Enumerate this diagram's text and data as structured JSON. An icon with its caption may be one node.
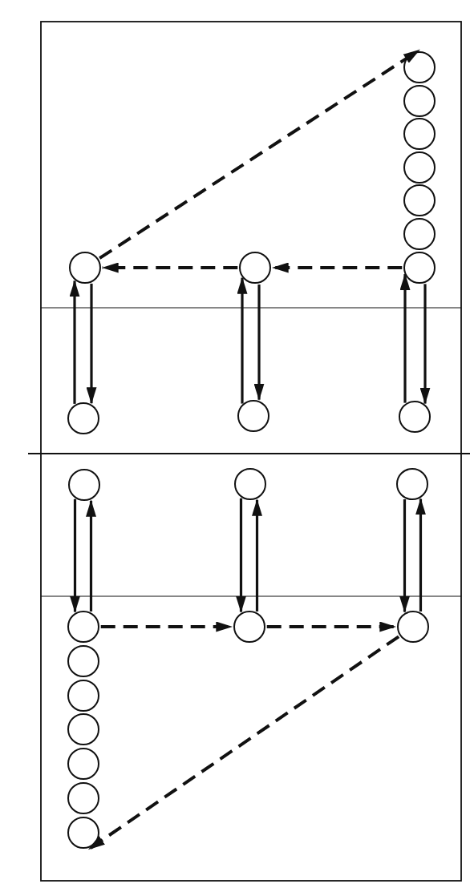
{
  "diagram": {
    "nodes": [
      {
        "text": [],
        "shape": "circle"
      },
      {
        "text": [],
        "shape": "circle"
      },
      {
        "text": [],
        "shape": "circle"
      },
      {
        "text": [],
        "shape": "circle"
      },
      {
        "text": [],
        "shape": "circle"
      },
      {
        "text": [],
        "shape": "circle"
      },
      {
        "text": [],
        "shape": "circle"
      },
      {
        "text": [],
        "shape": "circle"
      },
      {
        "text": [],
        "shape": "circle"
      },
      {
        "text": [],
        "shape": "circle"
      },
      {
        "text": [],
        "shape": "circle"
      },
      {
        "text": [],
        "shape": "circle"
      },
      {
        "text": [],
        "shape": "circle"
      },
      {
        "text": [],
        "shape": "circle"
      },
      {
        "text": [],
        "shape": "circle"
      },
      {
        "text": [],
        "shape": "circle"
      },
      {
        "text": [],
        "shape": "circle"
      },
      {
        "text": [],
        "shape": "circle"
      },
      {
        "text": [],
        "shape": "circle"
      },
      {
        "text": [],
        "shape": "circle"
      },
      {
        "text": [],
        "shape": "circle"
      },
      {
        "text": [],
        "shape": "circle"
      },
      {
        "text": [],
        "shape": "circle"
      },
      {
        "text": [],
        "shape": "circle"
      }
    ],
    "edges": [
      {
        "from": 6,
        "to": 0,
        "arrow": "to",
        "style": "dashed"
      },
      {
        "from": 8,
        "to": 7,
        "arrow": "to",
        "style": "dashed"
      },
      {
        "from": 7,
        "to": 6,
        "arrow": "to",
        "style": "dashed"
      },
      {
        "from": 9,
        "to": 6,
        "arrow": "to"
      },
      {
        "from": 6,
        "to": 9,
        "arrow": "to"
      },
      {
        "from": 10,
        "to": 7,
        "arrow": "to"
      },
      {
        "from": 7,
        "to": 10,
        "arrow": "to"
      },
      {
        "from": 11,
        "to": 8,
        "arrow": "to"
      },
      {
        "from": 8,
        "to": 11,
        "arrow": "to"
      },
      {
        "from": 12,
        "to": 15,
        "arrow": "to"
      },
      {
        "from": 15,
        "to": 12,
        "arrow": "to"
      },
      {
        "from": 13,
        "to": 16,
        "arrow": "to"
      },
      {
        "from": 16,
        "to": 13,
        "arrow": "to"
      },
      {
        "from": 14,
        "to": 17,
        "arrow": "to"
      },
      {
        "from": 17,
        "to": 14,
        "arrow": "to"
      },
      {
        "from": 15,
        "to": 16,
        "arrow": "to",
        "style": "dashed"
      },
      {
        "from": 16,
        "to": 17,
        "arrow": "to",
        "style": "dashed"
      },
      {
        "from": 17,
        "to": 23,
        "arrow": "to",
        "style": "dashed"
      }
    ]
  }
}
